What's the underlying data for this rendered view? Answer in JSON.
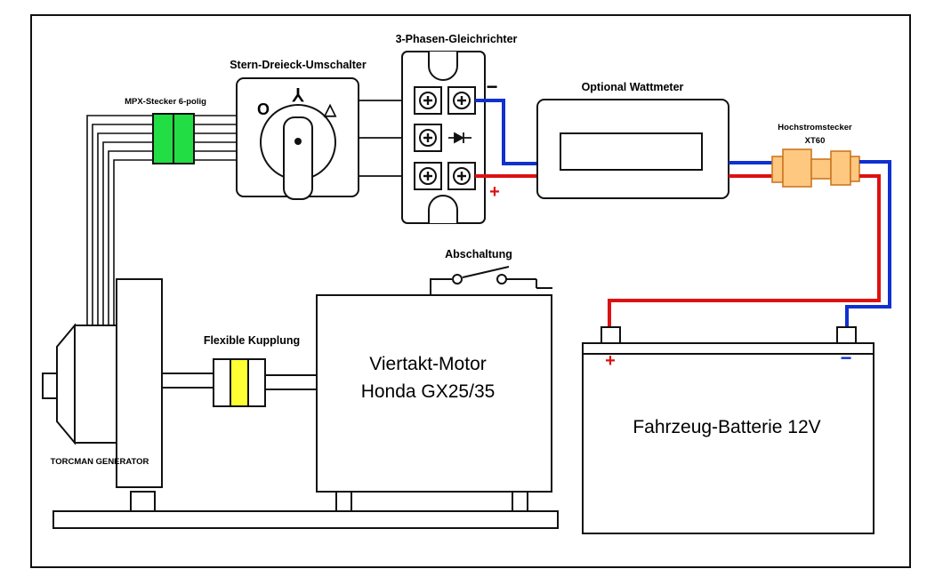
{
  "labels": {
    "rectifier": "3-Phasen-Gleichrichter",
    "switch": "Stern-Dreieck-Umschalter",
    "connector_mpx": "MPX-Stecker 6-polig",
    "wattmeter": "Optional Wattmeter",
    "hv_connector_line1": "Hochstromstecker",
    "hv_connector_line2": "XT60",
    "shutoff": "Abschaltung",
    "coupling": "Flexible Kupplung",
    "engine_line1": "Viertakt-Motor",
    "engine_line2": "Honda GX25/35",
    "battery": "Fahrzeug-Batterie 12V",
    "generator": "TORCMAN GENERATOR"
  },
  "symbols": {
    "switch_off": "O",
    "switch_star": "⅄",
    "switch_delta": "△",
    "minus": "−",
    "plus": "+"
  },
  "colors": {
    "positive": "#dd1111",
    "negative": "#1030d0",
    "mpx_plug": "#22dd44",
    "coupling_insert": "#ffff33",
    "xt60": "#ffc880"
  }
}
